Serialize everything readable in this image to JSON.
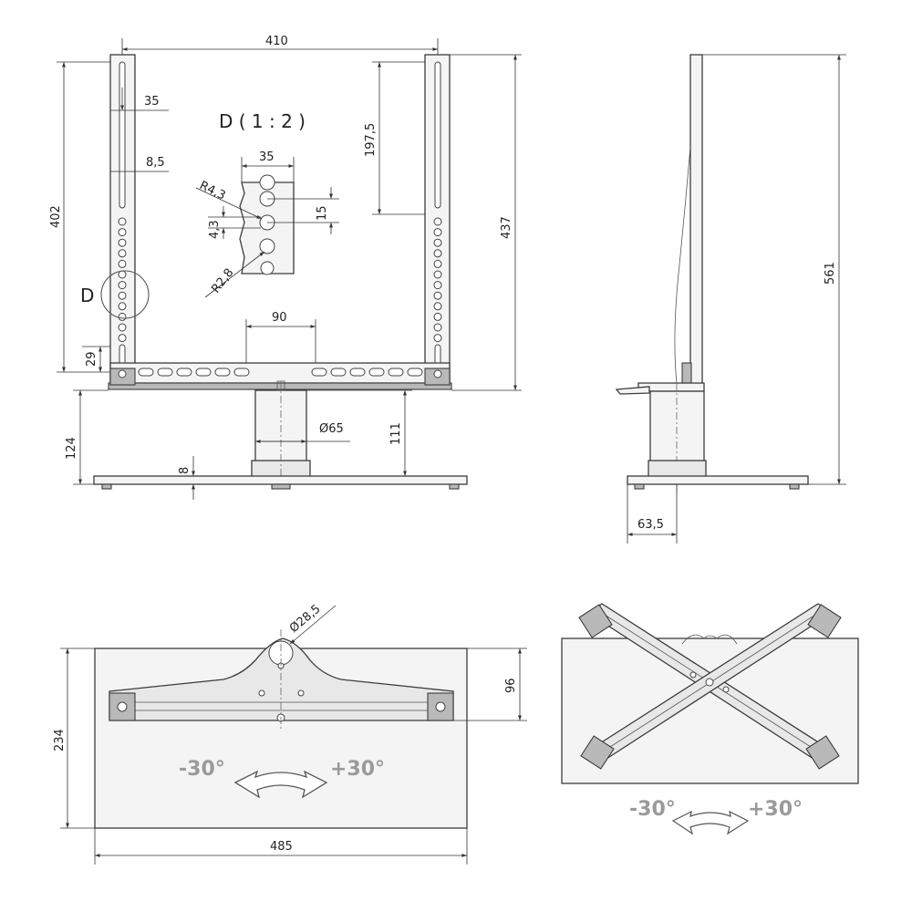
{
  "dimensions": {
    "front_width": "410",
    "slot_length": "35",
    "slot_width": "8,5",
    "upright_height": "402",
    "adjust_range": "197,5",
    "bracket_height": "437",
    "side_height": "561",
    "bottom_offset": "29",
    "column_height": "124",
    "plate_thickness": "8",
    "column_inner": "111",
    "column_diameter": "Ø65",
    "arm_spacing": "90",
    "side_depth": "63,5",
    "detail_spacing": "35",
    "detail_radius_top": "R4,3",
    "detail_pitch": "15",
    "detail_hole": "4,3",
    "detail_radius_bottom": "R2,8",
    "base_height": "234",
    "base_offset": "96",
    "base_width": "485",
    "pivot_diameter": "Ø28,5"
  },
  "labels": {
    "detail_title": "D ( 1 : 2 )",
    "detail_marker": "D"
  },
  "rotation": {
    "left_label": "-30°",
    "right_label": "+30°",
    "left_label_2": "-30°",
    "right_label_2": "+30°"
  }
}
